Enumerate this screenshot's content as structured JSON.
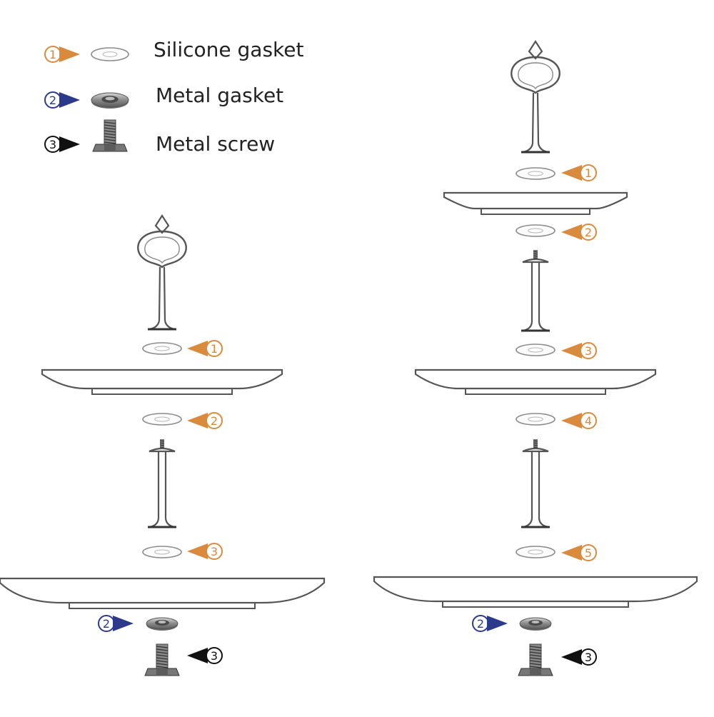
{
  "legend": [
    {
      "marker": "1",
      "label": "Silicone gasket",
      "part": "silicone-gasket",
      "color": "#d98a3c"
    },
    {
      "marker": "2",
      "label": "Metal gasket",
      "part": "metal-gasket",
      "color": "#2d3a8c"
    },
    {
      "marker": "3",
      "label": "Metal screw",
      "part": "metal-screw",
      "color": "#111111"
    }
  ],
  "assemblies": [
    {
      "name": "two-tier-stand",
      "callouts": [
        {
          "number": "1",
          "color": "#d98a3c"
        },
        {
          "number": "2",
          "color": "#d98a3c"
        },
        {
          "number": "3",
          "color": "#d98a3c"
        },
        {
          "number": "2",
          "color": "#2d3a8c"
        },
        {
          "number": "3",
          "color": "#111111"
        }
      ]
    },
    {
      "name": "three-tier-stand",
      "callouts": [
        {
          "number": "1",
          "color": "#d98a3c"
        },
        {
          "number": "2",
          "color": "#d98a3c"
        },
        {
          "number": "3",
          "color": "#d98a3c"
        },
        {
          "number": "4",
          "color": "#d98a3c"
        },
        {
          "number": "5",
          "color": "#d98a3c"
        },
        {
          "number": "2",
          "color": "#2d3a8c"
        },
        {
          "number": "3",
          "color": "#111111"
        }
      ]
    }
  ]
}
